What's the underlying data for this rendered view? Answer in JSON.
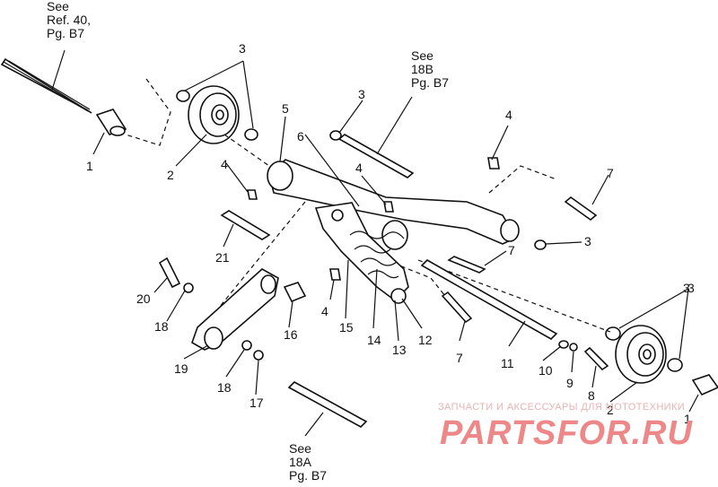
{
  "diagram": {
    "references": {
      "top_left": "See\nRef. 40,\nPg. B7",
      "top_middle": "See\n18B\nPg. B7",
      "bottom": "See\n18A\nPg. B7"
    },
    "callouts": [
      "1",
      "2",
      "3",
      "3",
      "5",
      "6",
      "4",
      "3",
      "4",
      "4",
      "7",
      "7",
      "3",
      "21",
      "4",
      "15",
      "14",
      "13",
      "12",
      "7",
      "11",
      "10",
      "9",
      "8",
      "3",
      "2",
      "1",
      "20",
      "18",
      "16",
      "19",
      "18",
      "17"
    ],
    "watermark": {
      "caption": "ЗАПЧАСТИ И АКСЕССУАРЫ ДЛЯ МОТОТЕХНИКИ",
      "logo": "PARTSFOR.RU"
    }
  }
}
